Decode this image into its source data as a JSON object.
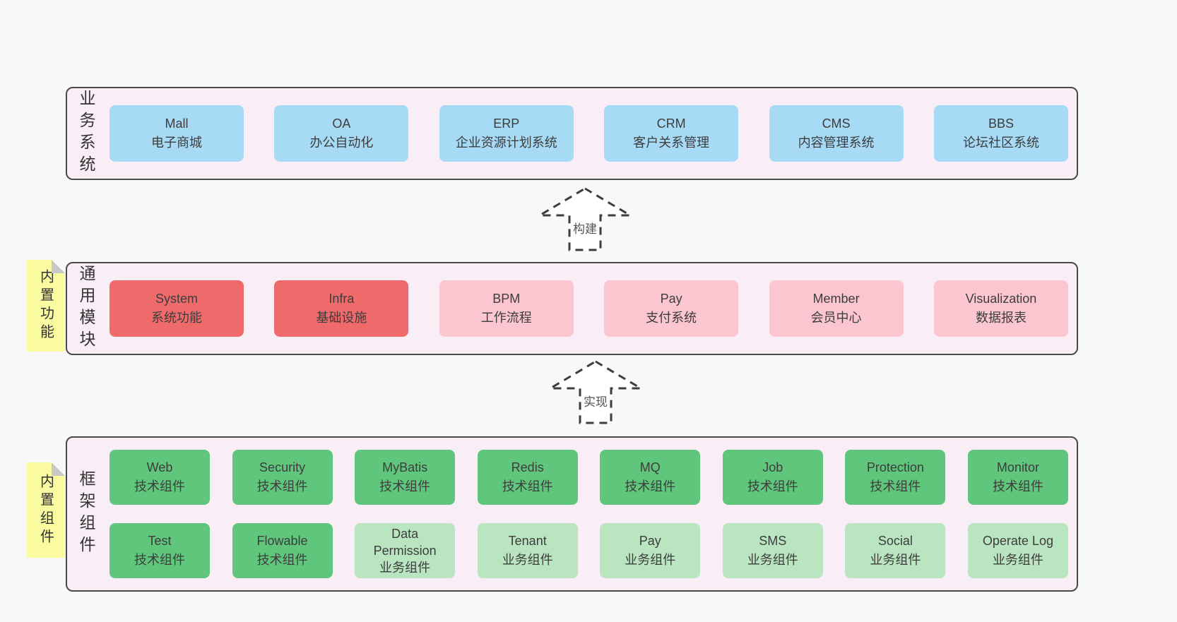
{
  "bands": {
    "business": {
      "label": "业务系统",
      "boxes": [
        {
          "title": "Mall",
          "subtitle": "电子商城"
        },
        {
          "title": "OA",
          "subtitle": "办公自动化"
        },
        {
          "title": "ERP",
          "subtitle": "企业资源计划系统"
        },
        {
          "title": "CRM",
          "subtitle": "客户关系管理"
        },
        {
          "title": "CMS",
          "subtitle": "内容管理系统"
        },
        {
          "title": "BBS",
          "subtitle": "论坛社区系统"
        }
      ]
    },
    "modules": {
      "label": "通用模块",
      "note": "内置功能",
      "boxes": [
        {
          "title": "System",
          "subtitle": "系统功能"
        },
        {
          "title": "Infra",
          "subtitle": "基础设施"
        },
        {
          "title": "BPM",
          "subtitle": "工作流程"
        },
        {
          "title": "Pay",
          "subtitle": "支付系统"
        },
        {
          "title": "Member",
          "subtitle": "会员中心"
        },
        {
          "title": "Visualization",
          "subtitle": "数据报表"
        }
      ]
    },
    "components": {
      "label": "框架组件",
      "note": "内置组件",
      "row1": [
        {
          "title": "Web",
          "subtitle": "技术组件"
        },
        {
          "title": "Security",
          "subtitle": "技术组件"
        },
        {
          "title": "MyBatis",
          "subtitle": "技术组件"
        },
        {
          "title": "Redis",
          "subtitle": "技术组件"
        },
        {
          "title": "MQ",
          "subtitle": "技术组件"
        },
        {
          "title": "Job",
          "subtitle": "技术组件"
        },
        {
          "title": "Protection",
          "subtitle": "技术组件"
        },
        {
          "title": "Monitor",
          "subtitle": "技术组件"
        }
      ],
      "row2": [
        {
          "title": "Test",
          "subtitle": "技术组件"
        },
        {
          "title": "Flowable",
          "subtitle": "技术组件"
        },
        {
          "title": "Data Permission",
          "subtitle": "业务组件"
        },
        {
          "title": "Tenant",
          "subtitle": "业务组件"
        },
        {
          "title": "Pay",
          "subtitle": "业务组件"
        },
        {
          "title": "SMS",
          "subtitle": "业务组件"
        },
        {
          "title": "Social",
          "subtitle": "业务组件"
        },
        {
          "title": "Operate Log",
          "subtitle": "业务组件"
        }
      ]
    }
  },
  "arrows": {
    "build_label": "构建",
    "implement_label": "实现"
  },
  "colors": {
    "page_bg": "#f8f8f8",
    "band_bg": "#f9edf6",
    "band_border": "#4a4a4a",
    "business_box": "#a6daf5",
    "builtin_module_box": "#ee6a6b",
    "extension_module_box": "#fbc6d0",
    "tech_component_box": "#5fc67c",
    "biz_component_box": "#b9e5c1",
    "note_yellow": "#fafaa0"
  }
}
